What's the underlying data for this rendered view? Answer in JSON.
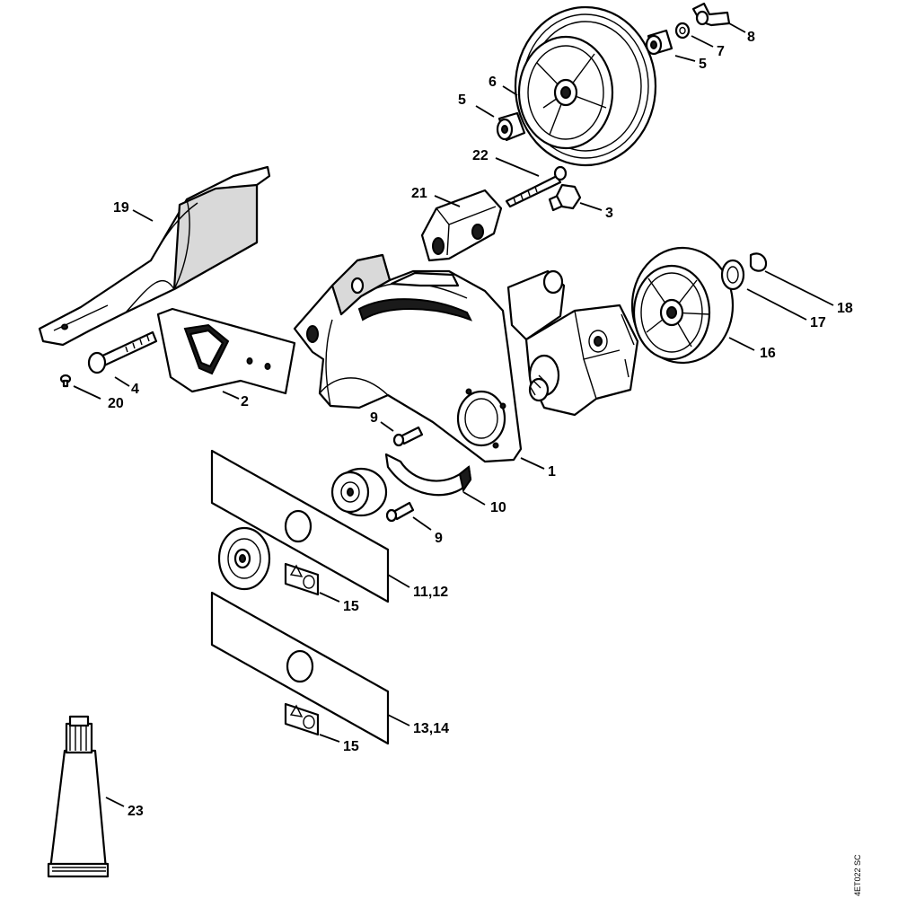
{
  "diagram": {
    "labels": {
      "l1": "1",
      "l2": "2",
      "l3": "3",
      "l4": "4",
      "l5a": "5",
      "l5b": "5",
      "l6": "6",
      "l7": "7",
      "l8": "8",
      "l9a": "9",
      "l9b": "9",
      "l10": "10",
      "l11_12": "11,12",
      "l13_14": "13,14",
      "l15a": "15",
      "l15b": "15",
      "l16": "16",
      "l17": "17",
      "l18": "18",
      "l19": "19",
      "l20": "20",
      "l21": "21",
      "l22": "22",
      "l23": "23"
    },
    "drawing_code": "4ET022 SC"
  }
}
